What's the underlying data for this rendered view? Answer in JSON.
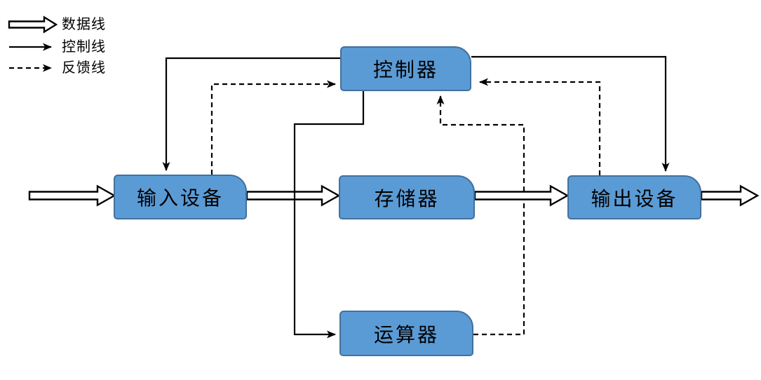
{
  "diagram": {
    "type": "computer-architecture-flowchart",
    "background_color": "#ffffff",
    "colors": {
      "node_fill": "#5b9bd5",
      "node_border": "#41719c",
      "line": "#000000",
      "text": "#000000",
      "data_arrow_fill": "#ffffff"
    },
    "legend": {
      "items": [
        {
          "label": "数据线",
          "style": "hollow-block-arrow"
        },
        {
          "label": "控制线",
          "style": "solid-arrow"
        },
        {
          "label": "反馈线",
          "style": "dashed-arrow"
        }
      ]
    },
    "nodes": {
      "controller": {
        "label": "控制器"
      },
      "input": {
        "label": "输入设备"
      },
      "memory": {
        "label": "存储器"
      },
      "output": {
        "label": "输出设备"
      },
      "alu": {
        "label": "运算器"
      }
    },
    "edges": [
      {
        "from": "external-left",
        "to": "input",
        "type": "data"
      },
      {
        "from": "input",
        "to": "memory",
        "type": "data"
      },
      {
        "from": "memory",
        "to": "output",
        "type": "data"
      },
      {
        "from": "output",
        "to": "external-right",
        "type": "data"
      },
      {
        "from": "controller",
        "to": "input",
        "type": "control"
      },
      {
        "from": "controller",
        "to": "output",
        "type": "control"
      },
      {
        "from": "controller",
        "to": "alu",
        "type": "control"
      },
      {
        "from": "input",
        "to": "controller",
        "type": "feedback"
      },
      {
        "from": "output",
        "to": "controller",
        "type": "feedback"
      },
      {
        "from": "alu",
        "to": "controller",
        "type": "feedback"
      }
    ]
  }
}
